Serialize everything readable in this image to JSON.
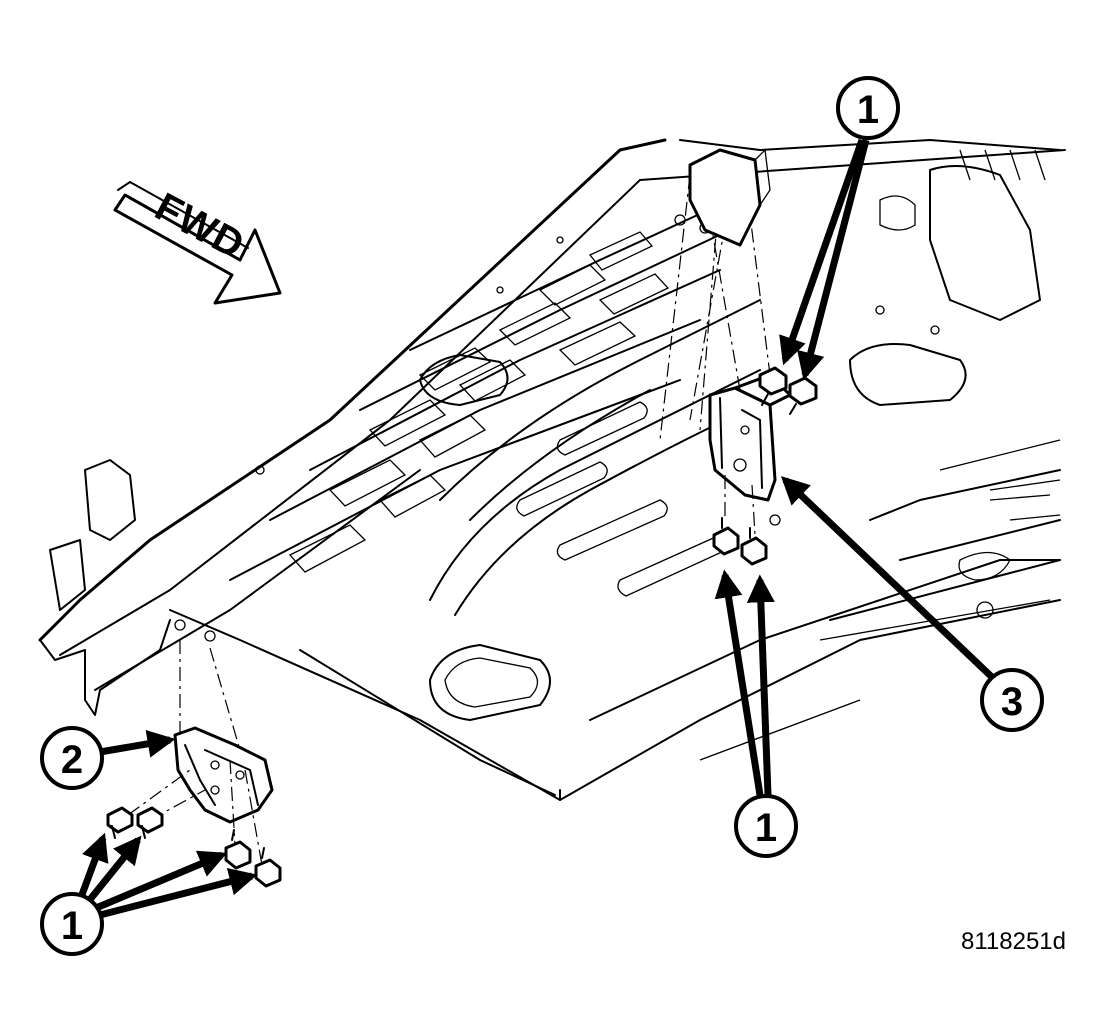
{
  "figure_id": "8118251d",
  "direction_label": "FWD",
  "callouts": [
    {
      "id": "callout-1-top",
      "number": "1"
    },
    {
      "id": "callout-1-bottom-left",
      "number": "1"
    },
    {
      "id": "callout-1-bottom-center",
      "number": "1"
    },
    {
      "id": "callout-2",
      "number": "2"
    },
    {
      "id": "callout-3",
      "number": "3"
    }
  ],
  "parts": [
    {
      "number": "1",
      "kind": "bolt"
    },
    {
      "number": "2",
      "kind": "bracket"
    },
    {
      "number": "3",
      "kind": "bracket"
    }
  ]
}
